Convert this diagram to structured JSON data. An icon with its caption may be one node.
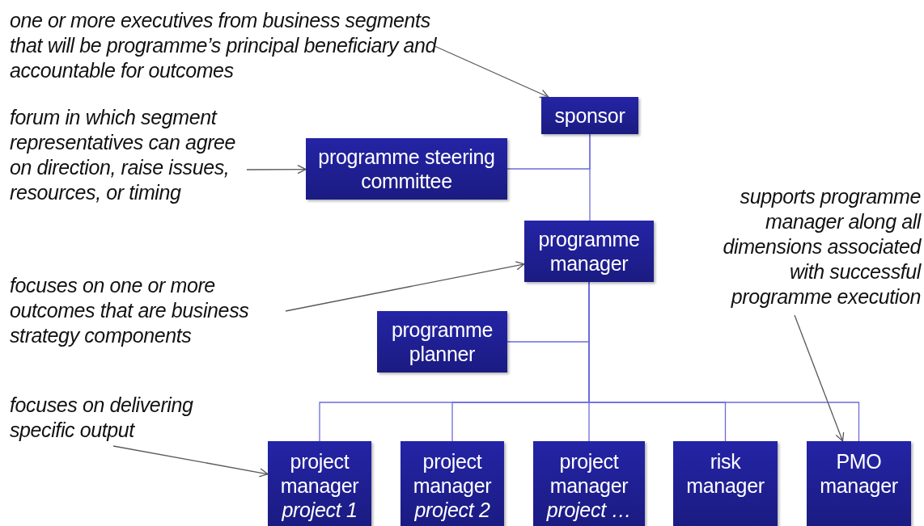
{
  "diagram": {
    "nodes": [
      {
        "text": [
          "sponsor"
        ]
      },
      {
        "text": [
          "programme steering committee"
        ]
      },
      {
        "text": [
          "programme manager"
        ]
      },
      {
        "text": [
          "programme planner"
        ]
      },
      {
        "text": [
          "project manager",
          "project 1"
        ]
      },
      {
        "text": [
          "project manager",
          "project 2"
        ]
      },
      {
        "text": [
          "project manager",
          "project …"
        ]
      },
      {
        "text": [
          "risk manager"
        ]
      },
      {
        "text": [
          "PMO manager"
        ]
      },
      {
        "text": [
          "one or more executives from business segments that will be programme’s principal beneficiary and accountable for outcomes"
        ]
      },
      {
        "text": [
          "forum in which segment representatives can agree on direction, raise issues, resources, or timing"
        ]
      },
      {
        "text": [
          "focuses on one or more outcomes that are business strategy components"
        ]
      },
      {
        "text": [
          "supports programme manager along all dimensions associated with successful programme execution"
        ]
      },
      {
        "text": [
          "focuses on delivering specific output"
        ]
      }
    ],
    "edges": [
      {
        "from": 0,
        "to": 1,
        "arrow": "none"
      },
      {
        "from": 0,
        "to": 2,
        "arrow": "none"
      },
      {
        "from": 2,
        "to": 3,
        "arrow": "none"
      },
      {
        "from": 2,
        "to": 4,
        "arrow": "none"
      },
      {
        "from": 2,
        "to": 5,
        "arrow": "none"
      },
      {
        "from": 2,
        "to": 6,
        "arrow": "none"
      },
      {
        "from": 2,
        "to": 7,
        "arrow": "none"
      },
      {
        "from": 2,
        "to": 8,
        "arrow": "none"
      },
      {
        "from": 9,
        "to": 0,
        "arrow": "to",
        "color": "#595959"
      },
      {
        "from": 10,
        "to": 1,
        "arrow": "to",
        "color": "#595959"
      },
      {
        "from": 11,
        "to": 2,
        "arrow": "to",
        "color": "#595959"
      },
      {
        "from": 12,
        "to": 8,
        "arrow": "to",
        "color": "#595959"
      },
      {
        "from": 13,
        "to": 4,
        "arrow": "to",
        "color": "#595959"
      }
    ]
  }
}
